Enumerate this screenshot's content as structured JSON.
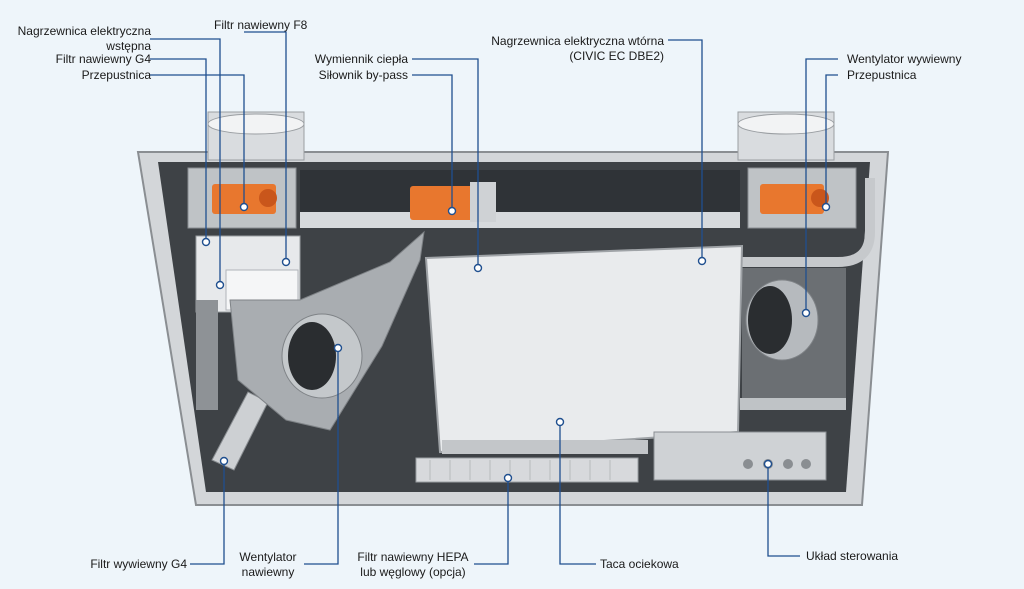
{
  "diagram": {
    "callouts": [
      {
        "id": "nagrzewnica_wstepna",
        "text": "Nagrzewnica elektryczna",
        "text2": "wstępna"
      },
      {
        "id": "filtr_f8",
        "text": "Filtr nawiewny F8"
      },
      {
        "id": "filtr_g4_nawiew",
        "text": "Filtr nawiewny G4"
      },
      {
        "id": "przepustnica_left",
        "text": "Przepustnica"
      },
      {
        "id": "wymiennik",
        "text": "Wymiennik ciepła"
      },
      {
        "id": "silownik",
        "text": "Siłownik by-pass"
      },
      {
        "id": "nagrzewnica_wtorna",
        "text": "Nagrzewnica elektryczna wtórna",
        "text2": "(CIVIC EC DBE2)"
      },
      {
        "id": "wentylator_wywiew",
        "text": "Wentylator wywiewny"
      },
      {
        "id": "przepustnica_right",
        "text": "Przepustnica"
      },
      {
        "id": "filtr_g4_wywiew",
        "text": "Filtr wywiewny G4"
      },
      {
        "id": "wentylator_nawiew",
        "text": "Wentylator",
        "text2": "nawiewny"
      },
      {
        "id": "filtr_hepa",
        "text": "Filtr nawiewny HEPA",
        "text2": "lub węglowy (opcja)"
      },
      {
        "id": "taca",
        "text": "Taca ociekowa"
      },
      {
        "id": "uklad",
        "text": "Układ sterowania"
      }
    ],
    "colors": {
      "background": "#eef5fa",
      "leader_line": "#1f4f8f",
      "housing": "#c9cdd1",
      "damper_actuator": "#e8772e",
      "insulation": "#5a5e62"
    }
  }
}
